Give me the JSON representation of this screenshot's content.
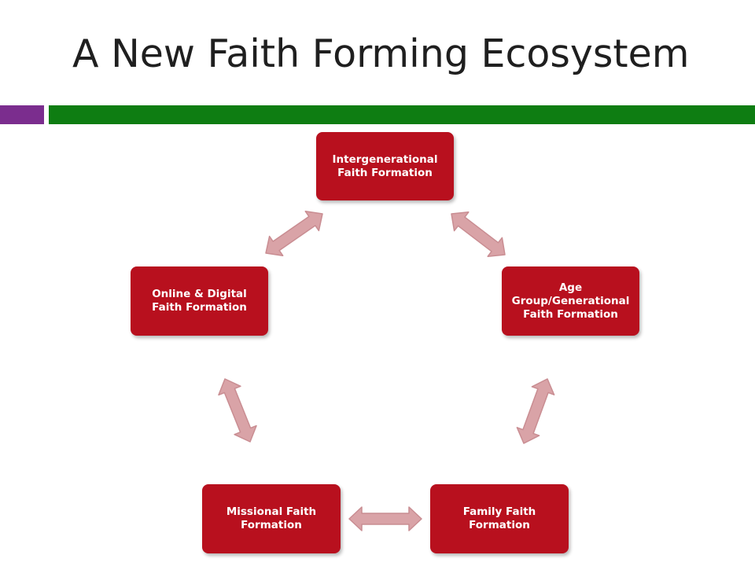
{
  "title": "A New Faith Forming Ecosystem",
  "colors": {
    "accent_purple": "#7b2d8e",
    "accent_green": "#0e7d12",
    "node_fill": "#b8101e",
    "arrow_fill": "#d9a3a7",
    "arrow_stroke": "#c98d92"
  },
  "nodes": {
    "intergenerational": "Intergenerational Faith Formation",
    "age_group": "Age Group/Generational Faith Formation",
    "family": "Family Faith Formation",
    "missional": "Missional Faith Formation",
    "online": "Online & Digital Faith Formation"
  }
}
